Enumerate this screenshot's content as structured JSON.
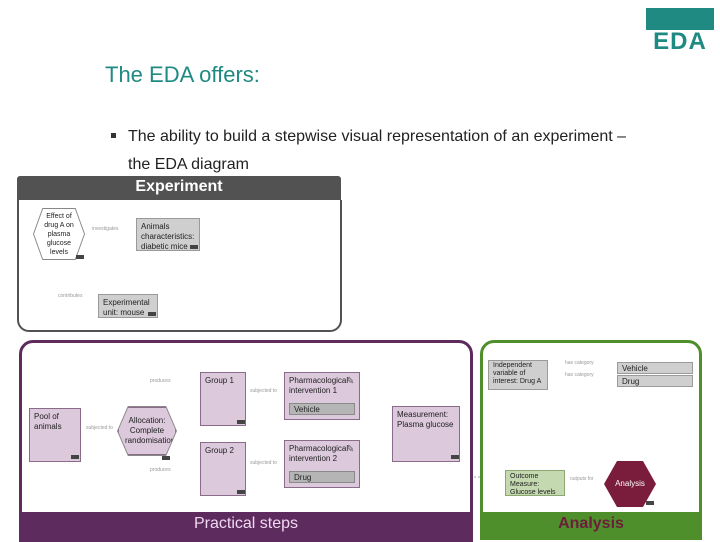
{
  "logo": {
    "text": "EDA",
    "color": "#1f8a82"
  },
  "slide": {
    "title": "The EDA offers:",
    "bullet": "The ability to build a stepwise visual representation of an experiment – the EDA diagram"
  },
  "experiment": {
    "header": "Experiment",
    "hypothesis": "Effect of drug A on plasma glucose levels",
    "animals": "Animals characteristics: diabetic mice",
    "unit": "Experimental unit: mouse",
    "edge_investigates": "investigates",
    "edge_contributes": "contributes"
  },
  "practical": {
    "footer": "Practical steps",
    "pool": "Pool of animals",
    "allocation": "Allocation: Complete randomisation",
    "group1": "Group 1",
    "group2": "Group 2",
    "intervention1": "Pharmacological intervention 1",
    "intervention2": "Pharmacological intervention 2",
    "vehicle": "Vehicle",
    "drug": "Drug",
    "measurement": "Measurement: Plasma glucose",
    "edge_produces": "produces",
    "edge_subjected": "subjected to"
  },
  "analysis": {
    "footer": "Analysis",
    "independent": "Independent variable of interest: Drug A",
    "vehicle": "Vehicle",
    "drug": "Drug",
    "outcome": "Outcome Measure: Glucose levels",
    "analysis_node": "Analysis",
    "edge_category": "has category",
    "edge_outputs": "outputs for"
  },
  "colors": {
    "experiment": "#525252",
    "practical": "#5e2b5e",
    "analysis": "#4e8f2c",
    "analysis_node": "#7a1c3c"
  }
}
